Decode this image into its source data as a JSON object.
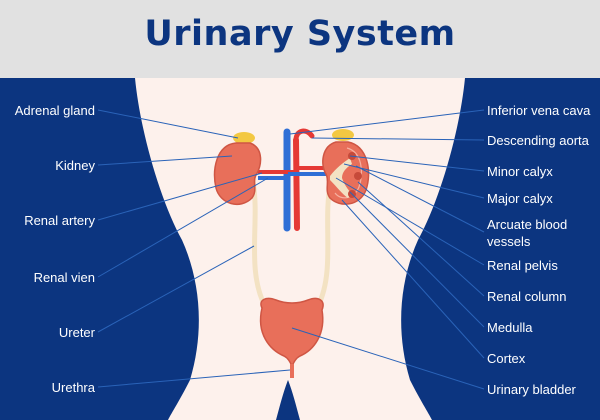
{
  "title": "Urinary System",
  "colors": {
    "background": "#0c3580",
    "header": "#e1e1e1",
    "body_silhouette": "#fdf1ec",
    "kidney": "#e86f5a",
    "bladder": "#e86f5a",
    "ureter": "#f3e2c3",
    "adrenal_gland": "#f3c842",
    "artery": "#e53935",
    "vein": "#2f6fd6",
    "label_text": "#ffffff",
    "leader_line": "#2a63b8"
  },
  "labels_left": [
    {
      "id": "adrenal-gland",
      "text": "Adrenal gland"
    },
    {
      "id": "kidney",
      "text": "Kidney"
    },
    {
      "id": "renal-artery",
      "text": "Renal artery"
    },
    {
      "id": "renal-vien",
      "text": "Renal vien"
    },
    {
      "id": "ureter",
      "text": "Ureter"
    },
    {
      "id": "urethra",
      "text": "Urethra"
    }
  ],
  "labels_right": [
    {
      "id": "inferior-vena-cava",
      "text": "Inferior vena cava"
    },
    {
      "id": "descending-aorta",
      "text": "Descending aorta"
    },
    {
      "id": "minor-calyx",
      "text": "Minor calyx"
    },
    {
      "id": "major-calyx",
      "text": "Major calyx"
    },
    {
      "id": "arcuate-blood-vessels",
      "text": "Arcuate blood vessels"
    },
    {
      "id": "renal-pelvis",
      "text": "Renal pelvis"
    },
    {
      "id": "renal-column",
      "text": "Renal column"
    },
    {
      "id": "medulla",
      "text": "Medulla"
    },
    {
      "id": "cortex",
      "text": "Cortex"
    },
    {
      "id": "urinary-bladder",
      "text": "Urinary bladder"
    }
  ]
}
